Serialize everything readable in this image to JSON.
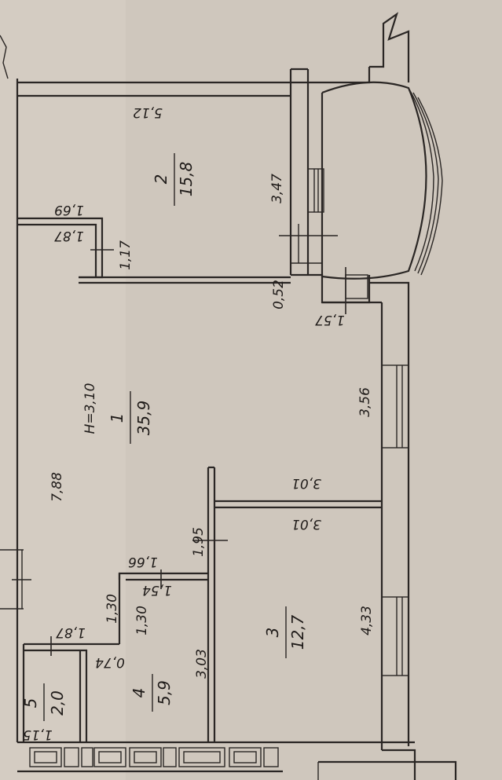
{
  "rooms": [
    {
      "number": "1",
      "area": "35,9",
      "height": "H=3,10"
    },
    {
      "number": "2",
      "area": "15,8"
    },
    {
      "number": "3",
      "area": "12,7"
    },
    {
      "number": "4",
      "area": "5,9"
    },
    {
      "number": "5",
      "area": "2,0"
    }
  ],
  "dimensions": {
    "top_room2": "5,12",
    "room2_side": "3,47",
    "partition_169": "1,69",
    "partition_187_top": "1,87",
    "partition_117": "1,17",
    "gap_052": "0,52",
    "loggia_157": "1,57",
    "wall_356": "3,56",
    "wall_788": "7,88",
    "wall_301_a": "3,01",
    "wall_301_b": "3,01",
    "wall_195": "1,95",
    "wall_166": "1,66",
    "wall_154": "1,54",
    "wall_130_a": "1,30",
    "wall_130_b": "1,30",
    "wall_187_bottom": "1,87",
    "wall_074": "0,74",
    "wall_303": "3,03",
    "wall_433": "4,33",
    "wall_115": "1,15"
  }
}
